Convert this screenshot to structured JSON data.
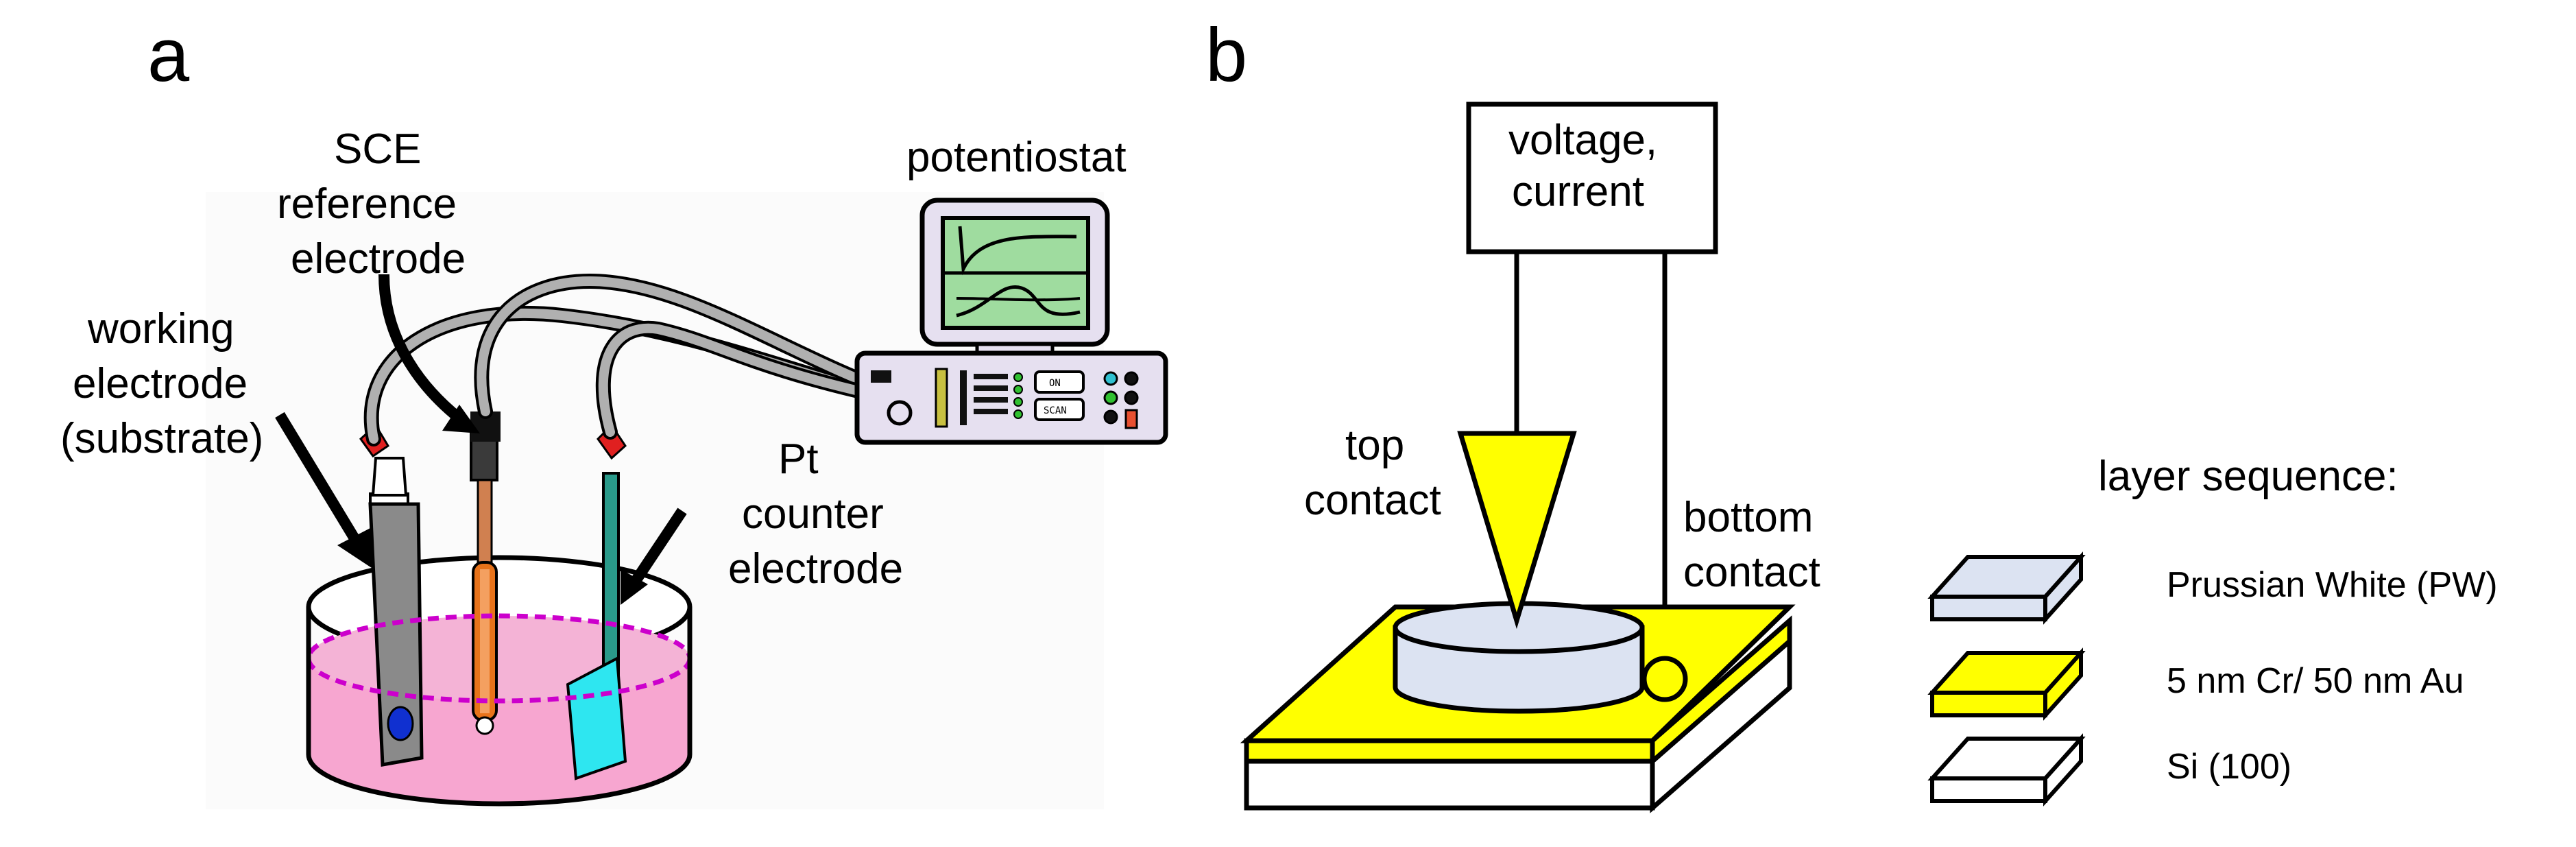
{
  "panel_a": {
    "letter": "a",
    "labels": {
      "sce": [
        "SCE",
        "reference",
        "electrode"
      ],
      "working": [
        "working",
        "electrode",
        "(substrate)"
      ],
      "potentiostat": "potentiostat",
      "pt": [
        "Pt",
        "counter",
        "electrode"
      ]
    },
    "screen_buttons": [
      "ON",
      "SCAN"
    ]
  },
  "panel_b": {
    "letter": "b",
    "meter_label": [
      "voltage,",
      "current"
    ],
    "top_contact": [
      "top",
      "contact"
    ],
    "bottom_contact": [
      "bottom",
      "contact"
    ],
    "layer_title": "layer sequence:",
    "layers": [
      {
        "label": "Prussian White (PW)",
        "color": "#dce3f2"
      },
      {
        "label": "5 nm Cr/ 50 nm Au",
        "color": "#ffff00"
      },
      {
        "label": "Si (100)",
        "color": "#ffffff"
      }
    ]
  },
  "colors": {
    "solution": "#f7a6d0",
    "dashed_ring": "#cc00cc",
    "cable": "#b0b0b0",
    "working_electrode": "#8a8a8a",
    "reference_body": "#e8731a",
    "counter_plate": "#2ee6f0",
    "gold": "#ffff00",
    "pw_film": "#dce3f2",
    "screen": "#9fdc9f",
    "instrument": "#e6e0f0"
  }
}
